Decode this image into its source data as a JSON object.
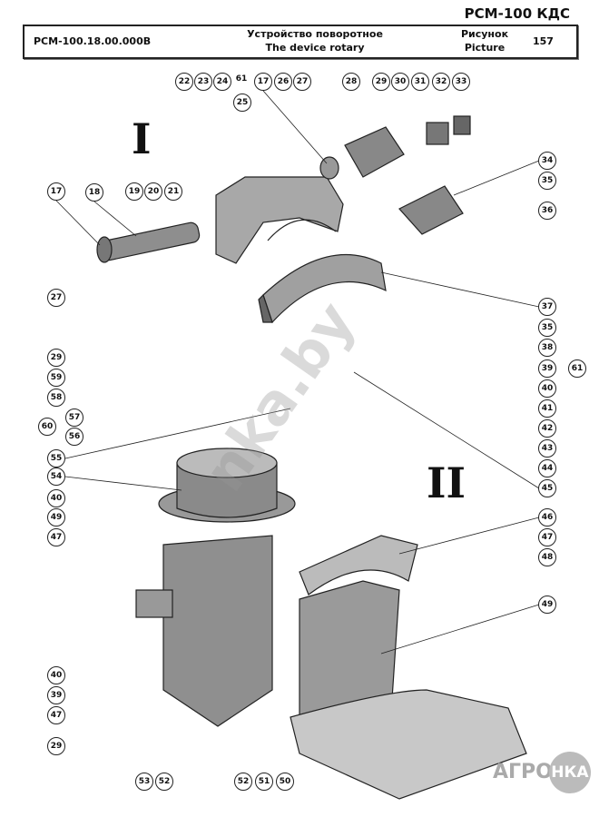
{
  "header": {
    "model": "РСМ-100 КДС",
    "code": "РСМ-100.18.00.000В",
    "title_ru": "Устройство поворотное",
    "title_en": "The device rotary",
    "picture_ru": "Рисунок",
    "picture_en": "Picture",
    "picture_number": "157"
  },
  "assembly_labels": [
    "I",
    "II"
  ],
  "watermark": "nka.by",
  "logo": {
    "left": "АГРО",
    "right": "НКА"
  },
  "callouts": [
    "22",
    "23",
    "24",
    "61",
    "25",
    "17",
    "26",
    "27",
    "28",
    "29",
    "30",
    "31",
    "32",
    "33",
    "17",
    "18",
    "19",
    "20",
    "21",
    "34",
    "35",
    "36",
    "37",
    "35",
    "38",
    "39",
    "40",
    "41",
    "42",
    "43",
    "44",
    "45",
    "61",
    "27",
    "29",
    "59",
    "58",
    "57",
    "56",
    "60",
    "55",
    "54",
    "40",
    "49",
    "47",
    "46",
    "47",
    "48",
    "49",
    "40",
    "39",
    "47",
    "29",
    "53",
    "52",
    "52",
    "51",
    "50"
  ]
}
